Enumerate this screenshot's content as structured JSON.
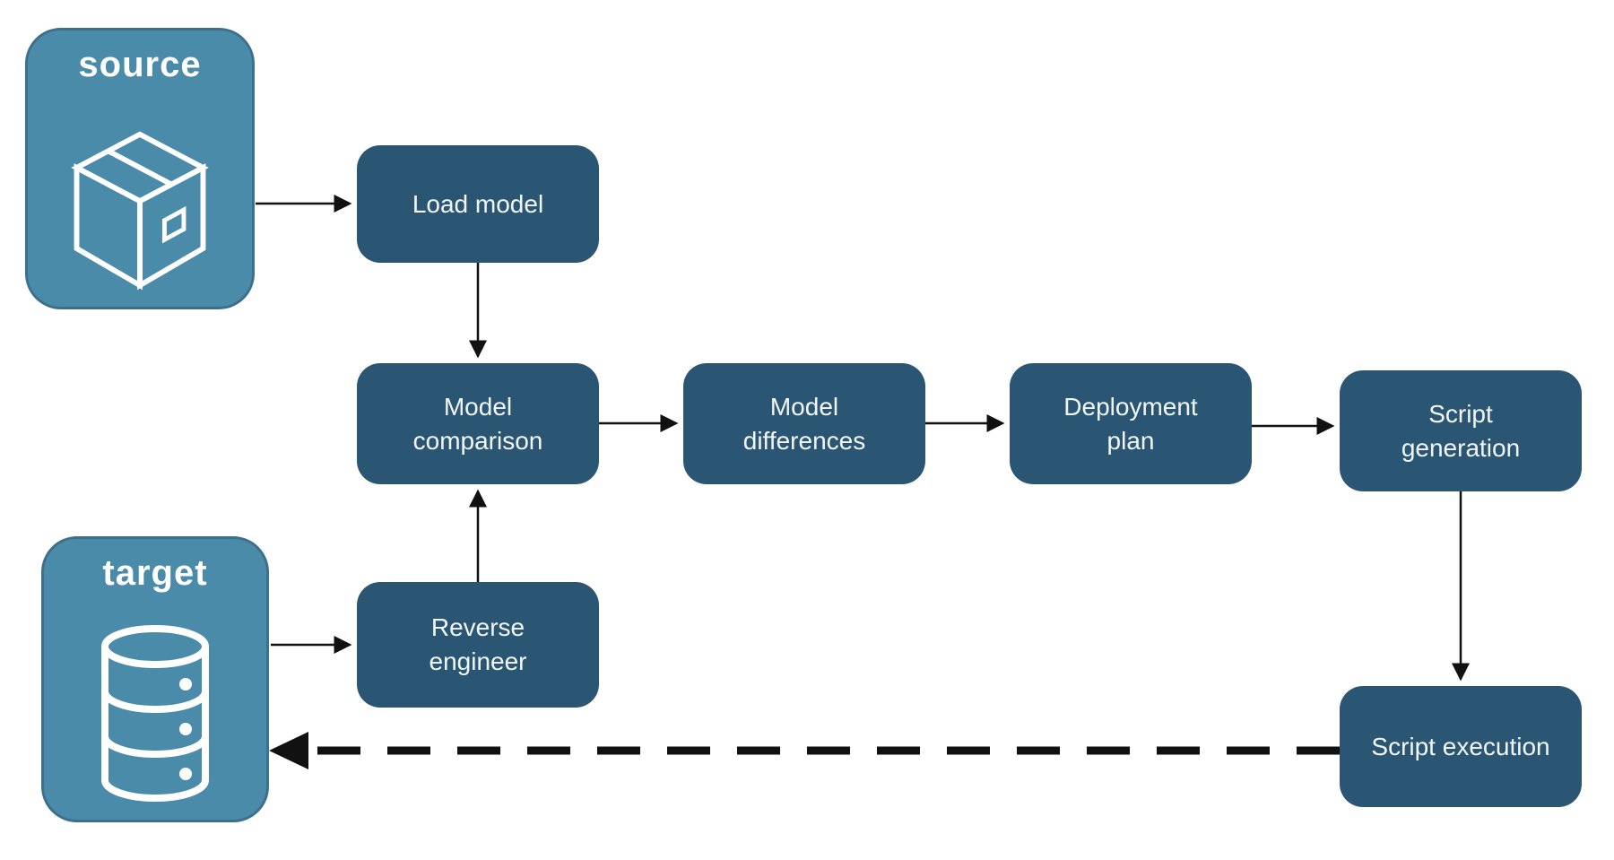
{
  "diagram": {
    "endpoints": {
      "source": {
        "label": "source",
        "icon": "package-icon"
      },
      "target": {
        "label": "target",
        "icon": "database-icon"
      }
    },
    "nodes": {
      "load_model": {
        "label": "Load model"
      },
      "model_comparison": {
        "label": "Model comparison"
      },
      "model_differences": {
        "label": "Model differences"
      },
      "deployment_plan": {
        "label": "Deployment plan"
      },
      "script_generation": {
        "label": "Script generation"
      },
      "reverse_engineer": {
        "label": "Reverse engineer"
      },
      "script_execution": {
        "label": "Script execution"
      }
    },
    "edges": [
      {
        "from": "source",
        "to": "load_model",
        "style": "solid"
      },
      {
        "from": "load_model",
        "to": "model_comparison",
        "style": "solid"
      },
      {
        "from": "model_comparison",
        "to": "model_differences",
        "style": "solid"
      },
      {
        "from": "model_differences",
        "to": "deployment_plan",
        "style": "solid"
      },
      {
        "from": "deployment_plan",
        "to": "script_generation",
        "style": "solid"
      },
      {
        "from": "script_generation",
        "to": "script_execution",
        "style": "solid"
      },
      {
        "from": "target",
        "to": "reverse_engineer",
        "style": "solid"
      },
      {
        "from": "reverse_engineer",
        "to": "model_comparison",
        "style": "solid"
      },
      {
        "from": "script_execution",
        "to": "target",
        "style": "dashed"
      }
    ],
    "colors": {
      "background": "#FFFFFF",
      "node_fill": "#2A5674",
      "node_text": "#F2F6F8",
      "endpoint_fill": "#4A8BA9",
      "endpoint_border": "#3D7089",
      "endpoint_text": "#FFFFFF",
      "arrow": "#111111"
    }
  }
}
